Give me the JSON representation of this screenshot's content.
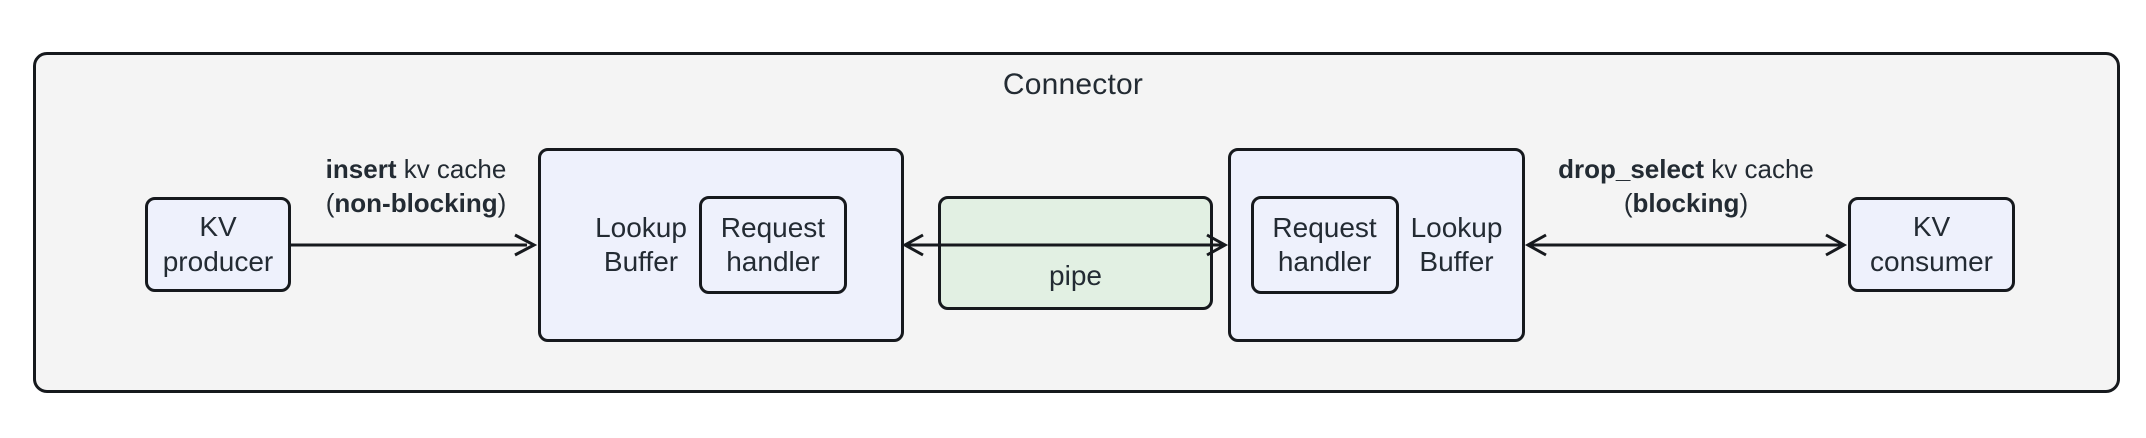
{
  "diagram": {
    "title": "Connector",
    "container": {
      "label": "Connector",
      "fill": "#f4f4f4",
      "stroke": "#16191d"
    },
    "nodes": {
      "kv_producer": {
        "line1": "KV",
        "line2": "producer",
        "fill": "#eef1fc"
      },
      "lookup_buffer_left": {
        "line1": "Lookup",
        "line2": "Buffer",
        "fill": "#eef1fc"
      },
      "request_handler_left": {
        "line1": "Request",
        "line2": "handler",
        "fill": "#eef1fc"
      },
      "pipe": {
        "label": "pipe",
        "fill": "#e2f0e3"
      },
      "request_handler_right": {
        "line1": "Request",
        "line2": "handler",
        "fill": "#eef1fc"
      },
      "lookup_buffer_right": {
        "line1": "Lookup",
        "line2": "Buffer",
        "fill": "#eef1fc"
      },
      "kv_consumer": {
        "line1": "KV",
        "line2": "consumer",
        "fill": "#eef1fc"
      }
    },
    "edges": {
      "insert": {
        "line1_bold": "insert",
        "line1_rest": " kv cache",
        "line2_open": "(",
        "line2_bold": "non-blocking",
        "line2_close": ")",
        "direction": "right"
      },
      "pipe_edge": {
        "direction": "bidirectional"
      },
      "drop_select": {
        "line1_bold": "drop_select",
        "line1_rest": " kv cache",
        "line2_open": "(",
        "line2_bold": "blocking",
        "line2_close": ")",
        "direction": "bidirectional"
      }
    }
  }
}
